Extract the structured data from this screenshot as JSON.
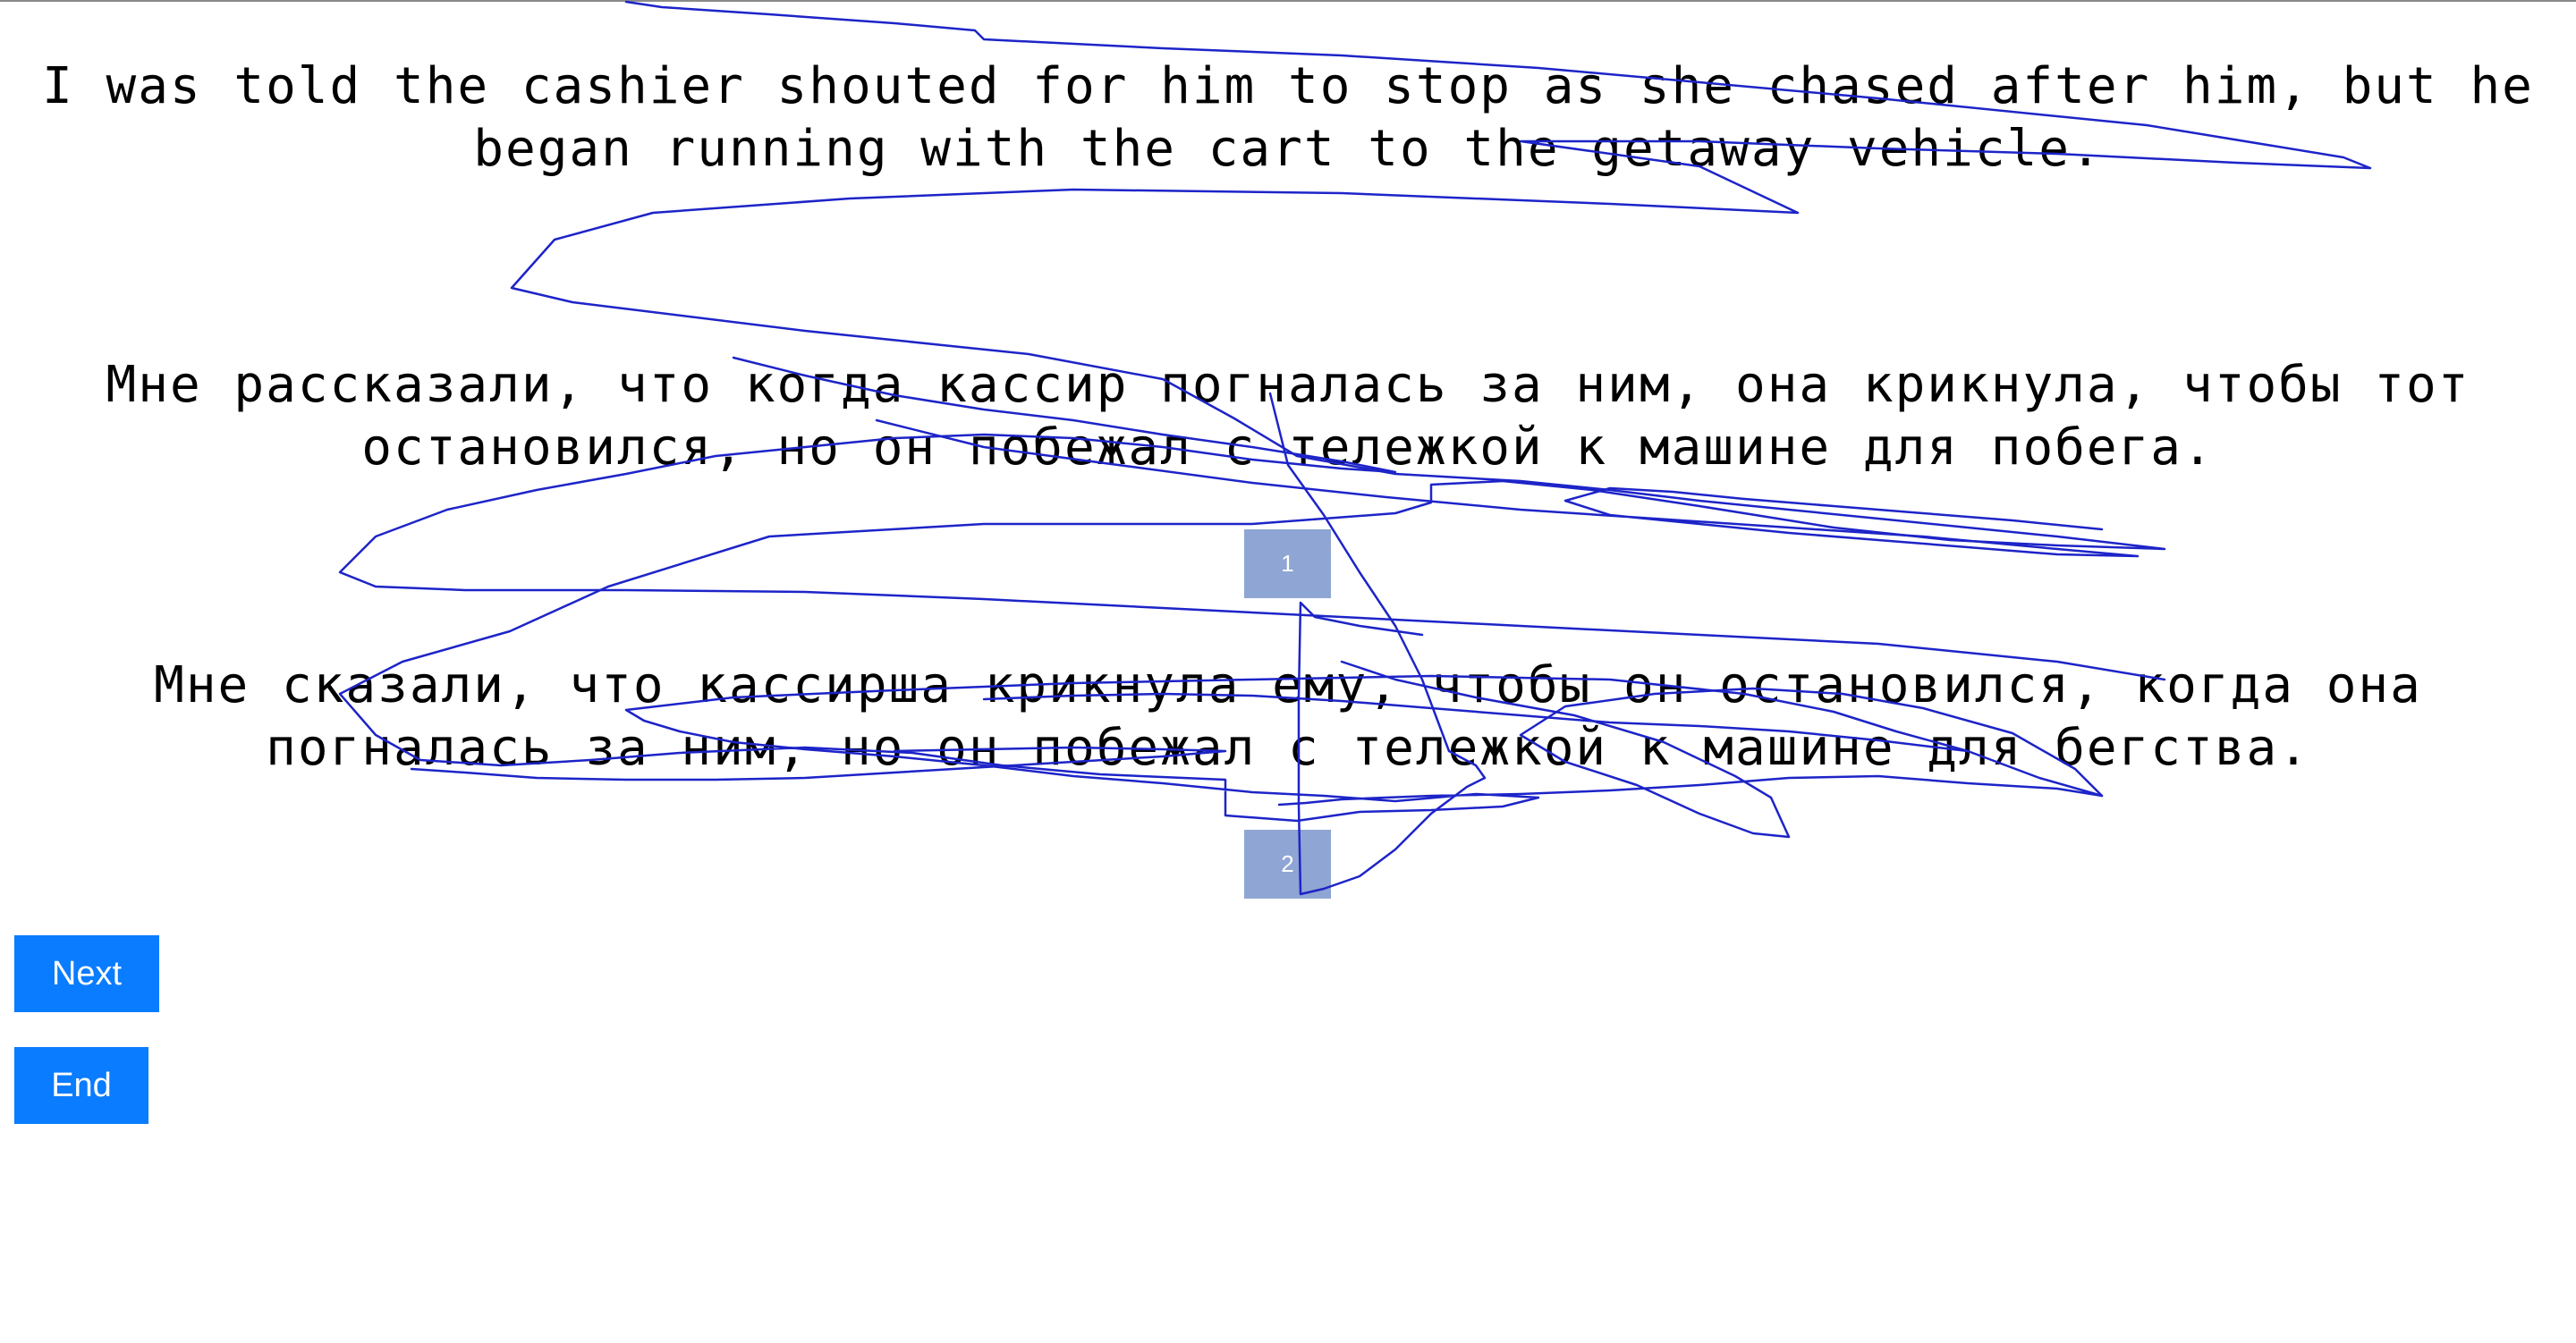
{
  "source_sentence": "I was told the cashier shouted for him to stop as she chased after him, but he began running with the cart to the getaway vehicle.",
  "options": [
    {
      "text": "Мне рассказали, что когда кассир погналась за ним, она крикнула, чтобы тот остановился, но он побежал с тележкой к машине для побега.",
      "choice_label": "1"
    },
    {
      "text": "Мне сказали, что кассирша крикнула ему, чтобы он остановился, когда она погналась за ним, но он побежал с тележкой к машине для бегства.",
      "choice_label": "2"
    }
  ],
  "buttons": {
    "next_label": "Next",
    "end_label": "End"
  },
  "colors": {
    "choice_box": "#8fa5d3",
    "button": "#0a7cff",
    "scribble": "#1d24c8"
  }
}
